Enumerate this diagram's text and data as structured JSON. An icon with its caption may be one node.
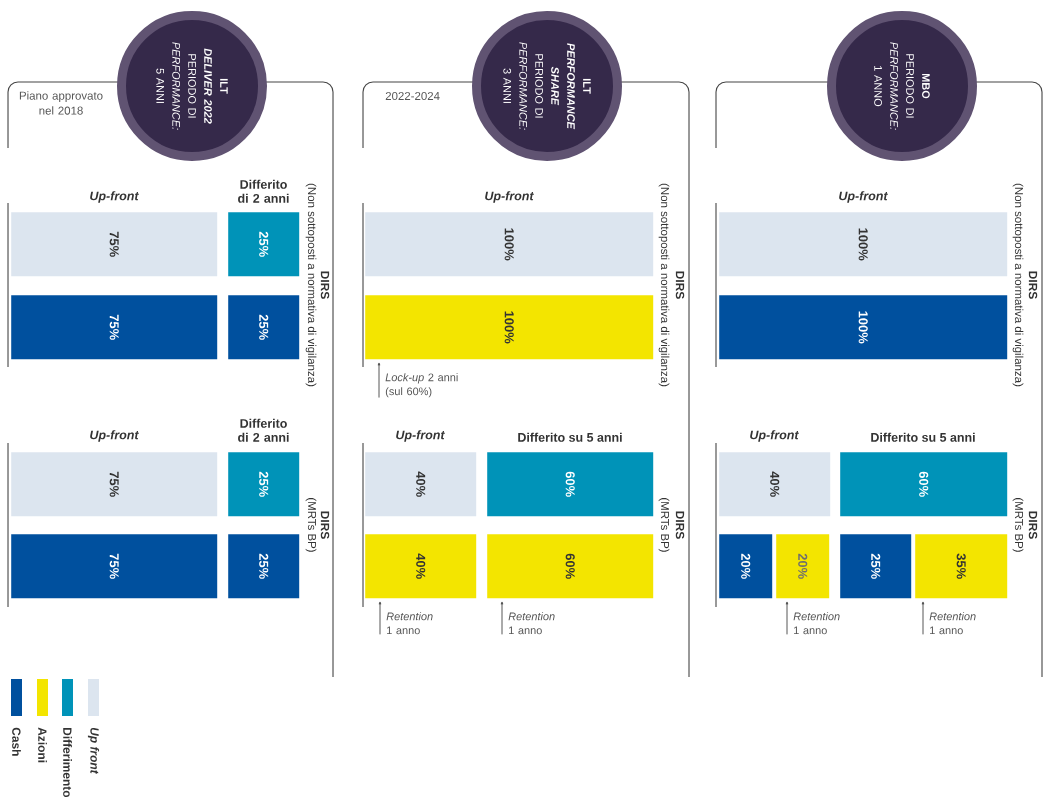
{
  "diagram": {
    "nodes": [
      {
        "text": [
          "ILT *DELIVER 2022*",
          "PERIODO DI *PERFORMANCE:* 5 ANNI"
        ]
      },
      {
        "text": [
          "Piano approvato nel 2018"
        ]
      },
      {
        "text": [
          "75%"
        ],
        "in": 1
      },
      {
        "text": [
          "25%"
        ],
        "in": 1
      },
      {
        "text": [
          "75%"
        ],
        "in": 1
      },
      {
        "text": [
          "25%"
        ],
        "in": 1
      },
      {
        "text": [
          "75%"
        ],
        "in": 1
      },
      {
        "text": [
          "25%"
        ],
        "in": 1
      },
      {
        "text": [
          "75%"
        ],
        "in": 1
      },
      {
        "text": [
          "25%"
        ],
        "in": 1
      },
      {
        "text": [
          "ILT *PERFORMANCE SHARE*",
          "PERIODO DI *PERFORMANCE:* 3 ANNI"
        ]
      },
      {
        "text": [
          "2022-2024"
        ]
      },
      {
        "text": [
          "100%"
        ],
        "in": 11
      },
      {
        "text": [
          "100%"
        ],
        "in": 11
      },
      {
        "text": [
          "*Lock-up* 2 anni (sul 60%)"
        ],
        "in": 11
      },
      {
        "text": [
          "40%"
        ],
        "in": 11
      },
      {
        "text": [
          "60%"
        ],
        "in": 11
      },
      {
        "text": [
          "40%"
        ],
        "in": 11
      },
      {
        "text": [
          "60%"
        ],
        "in": 11
      },
      {
        "text": [
          "*Retention* 1 anno"
        ],
        "in": 11
      },
      {
        "text": [
          "*Retention* 1 anno"
        ],
        "in": 11
      },
      {
        "text": [
          "MBO",
          "PERIODO DI *PERFORMANCE:* 1 ANNO"
        ]
      },
      {
        "text": [],
        "shape": "box"
      },
      {
        "text": [
          "100%"
        ],
        "in": 22
      },
      {
        "text": [
          "100%"
        ],
        "in": 22
      },
      {
        "text": [
          "40%"
        ],
        "in": 22
      },
      {
        "text": [
          "60%"
        ],
        "in": 22
      },
      {
        "text": [
          "20%"
        ],
        "in": 22
      },
      {
        "text": [
          "20%"
        ],
        "in": 22
      },
      {
        "text": [
          "25%"
        ],
        "in": 22
      },
      {
        "text": [
          "35%"
        ],
        "in": 22
      },
      {
        "text": [
          "*Retention* 1 anno"
        ],
        "in": 22
      },
      {
        "text": [
          "*Retention* 1 anno"
        ],
        "in": 22
      }
    ],
    "edges": [
      {
        "from": 14,
        "to": 13,
        "arrow": "to"
      },
      {
        "from": 19,
        "to": 17,
        "arrow": "to"
      },
      {
        "from": 20,
        "to": 18,
        "arrow": "to"
      },
      {
        "from": 31,
        "to": 28,
        "arrow": "to"
      },
      {
        "from": 32,
        "to": 30,
        "arrow": "to"
      }
    ],
    "labels": [
      "Up-front",
      "Differito di 2 anni",
      "DIRS",
      "(Non sottoposti a normativa di vigilanza)",
      "Up-front",
      "Differito di 2 anni",
      "DIRS",
      "(MRTs BP)",
      "Up-front",
      "DIRS",
      "(Non sottoposti a normativa di vigilanza)",
      "Up-front",
      "Differito su 5 anni",
      "DIRS",
      "(MRTs BP)",
      "Up-front",
      "DIRS",
      "(Non sottoposti a normativa di vigilanza)",
      "Up-front",
      "Differito su 5 anni",
      "DIRS",
      "(MRTs BP)"
    ],
    "legend": [
      {
        "text": "Cash",
        "color": "#00509e"
      },
      {
        "text": "Azioni",
        "color": "#f3e500"
      },
      {
        "text": "Differimento",
        "color": "#0093b8"
      },
      {
        "text": "Up front",
        "color": "#dce5ef"
      }
    ]
  }
}
